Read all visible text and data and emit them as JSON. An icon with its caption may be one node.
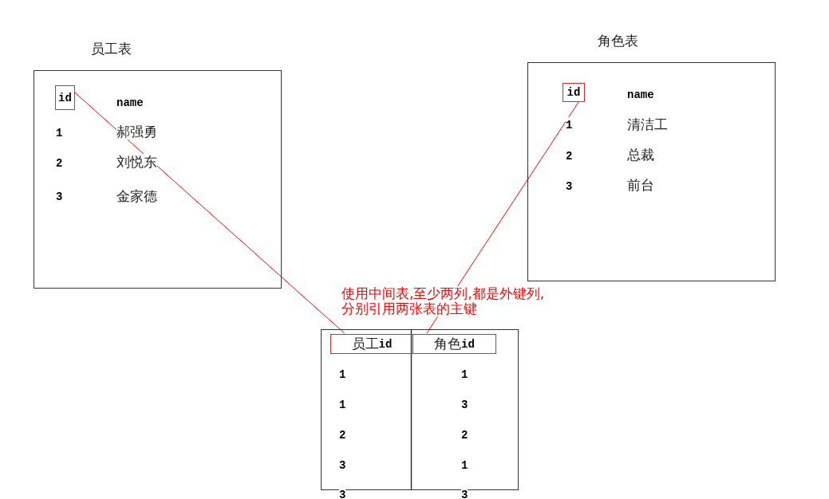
{
  "diagram": {
    "nodes": [
      {
        "text": [
          "员工表"
        ]
      },
      {
        "text": [
          "id"
        ],
        "in": 0
      },
      {
        "text": [
          "角色表"
        ]
      },
      {
        "text": [
          "id"
        ],
        "in": 2
      },
      {
        "text": [],
        "shape": "box"
      },
      {
        "text": [
          "员工id"
        ],
        "in": 4
      },
      {
        "text": [
          "角色id"
        ],
        "in": 4
      }
    ],
    "edges": [
      {
        "from": 5,
        "to": 1,
        "arrow": "none",
        "color": "#ff0000"
      },
      {
        "from": 6,
        "to": 3,
        "arrow": "none",
        "color": "#ff0000"
      }
    ],
    "labels": [
      "name",
      "1",
      "郝强勇",
      "2",
      "刘悦东",
      "3",
      "金家德",
      "name",
      "1",
      "清洁工",
      "2",
      "总裁",
      "3",
      "前台",
      "使用中间表,至少两列,都是外键列,分别引用两张表的主键",
      "1",
      "1",
      "1",
      "3",
      "2",
      "2",
      "3",
      "1",
      "3",
      "3"
    ]
  }
}
